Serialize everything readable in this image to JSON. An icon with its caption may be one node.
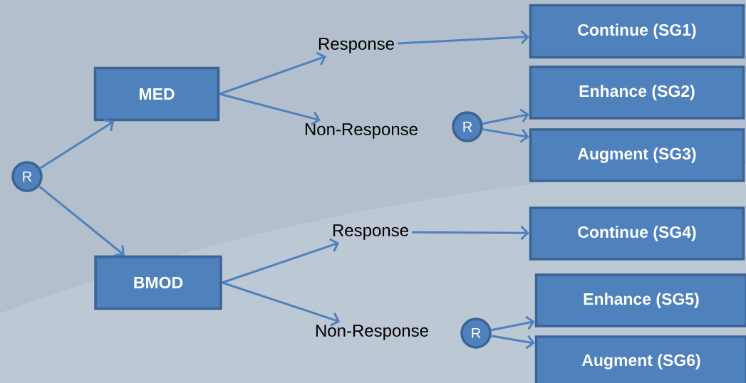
{
  "diagram": {
    "nodes": [
      {
        "text": [
          "R"
        ]
      },
      {
        "text": [
          "MED"
        ]
      },
      {
        "text": [
          "BMOD"
        ]
      },
      {
        "text": [
          "Response"
        ]
      },
      {
        "text": [
          "Non-Response"
        ]
      },
      {
        "text": [
          "R"
        ]
      },
      {
        "text": [
          "Response"
        ]
      },
      {
        "text": [
          "Non-Response"
        ]
      },
      {
        "text": [
          "R"
        ]
      },
      {
        "text": [
          "Continue (SG1)"
        ]
      },
      {
        "text": [
          "Enhance (SG2)"
        ]
      },
      {
        "text": [
          "Augment (SG3)"
        ]
      },
      {
        "text": [
          "Continue (SG4)"
        ]
      },
      {
        "text": [
          "Enhance (SG5)"
        ]
      },
      {
        "text": [
          "Augment (SG6)"
        ]
      }
    ],
    "edges": [
      {
        "from": 0,
        "to": 1,
        "arrow": "to"
      },
      {
        "from": 0,
        "to": 2,
        "arrow": "to"
      },
      {
        "from": 1,
        "to": 3,
        "arrow": "to"
      },
      {
        "from": 1,
        "to": 4,
        "arrow": "to"
      },
      {
        "from": 3,
        "to": 9,
        "arrow": "to"
      },
      {
        "from": 5,
        "to": 10,
        "arrow": "to"
      },
      {
        "from": 5,
        "to": 11,
        "arrow": "to"
      },
      {
        "from": 2,
        "to": 6,
        "arrow": "to"
      },
      {
        "from": 2,
        "to": 7,
        "arrow": "to"
      },
      {
        "from": 6,
        "to": 12,
        "arrow": "to"
      },
      {
        "from": 8,
        "to": 13,
        "arrow": "to"
      },
      {
        "from": 8,
        "to": 14,
        "arrow": "to"
      }
    ]
  }
}
